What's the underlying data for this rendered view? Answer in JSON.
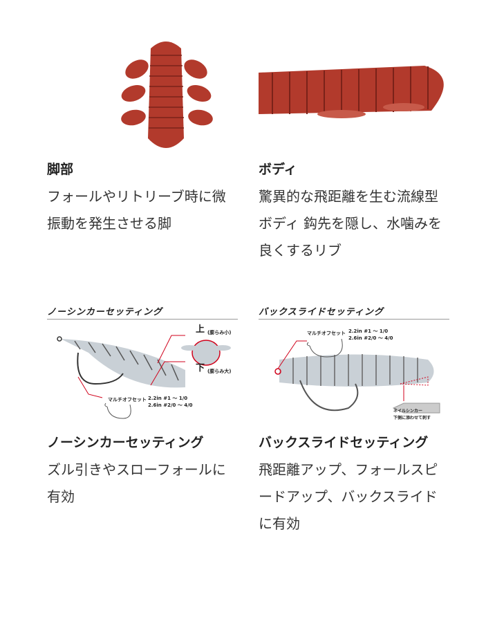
{
  "features": [
    {
      "title": "脚部",
      "desc": "フォールやリトリーブ時に微振動を発生させる脚"
    },
    {
      "title": "ボディ",
      "desc": "驚異的な飛距離を生む流線型ボディ 鈎先を隠し、水噛みを良くするリブ"
    }
  ],
  "settings": [
    {
      "diagram_title": "ノーシンカーセッティング",
      "hook_label": "マルチオフセット",
      "size1": "2.2in #1 ～ 1/0",
      "size2": "2.6in #2/0 ～ 4/0",
      "top_label": "上",
      "top_note": "(膨らみ小)",
      "bottom_label": "下",
      "bottom_note": "(膨らみ大)",
      "title": "ノーシンカーセッティング",
      "desc": "ズル引きやスローフォールに有効"
    },
    {
      "diagram_title": "バックスライドセッティング",
      "hook_label": "マルチオフセット",
      "size1": "2.2in #1 ～ 1/0",
      "size2": "2.6in #2/0 ～ 4/0",
      "sinker_label": "ネイルシンカー",
      "sinker_note": "下側に添わせて刺す",
      "title": "バックスライドセッティング",
      "desc": "飛距離アップ、フォールスピードアップ、バックスライドに有効"
    }
  ],
  "colors": {
    "worm_red": "#b23a2c",
    "worm_clear": "#c9d0d6",
    "accent": "#d0021b"
  }
}
